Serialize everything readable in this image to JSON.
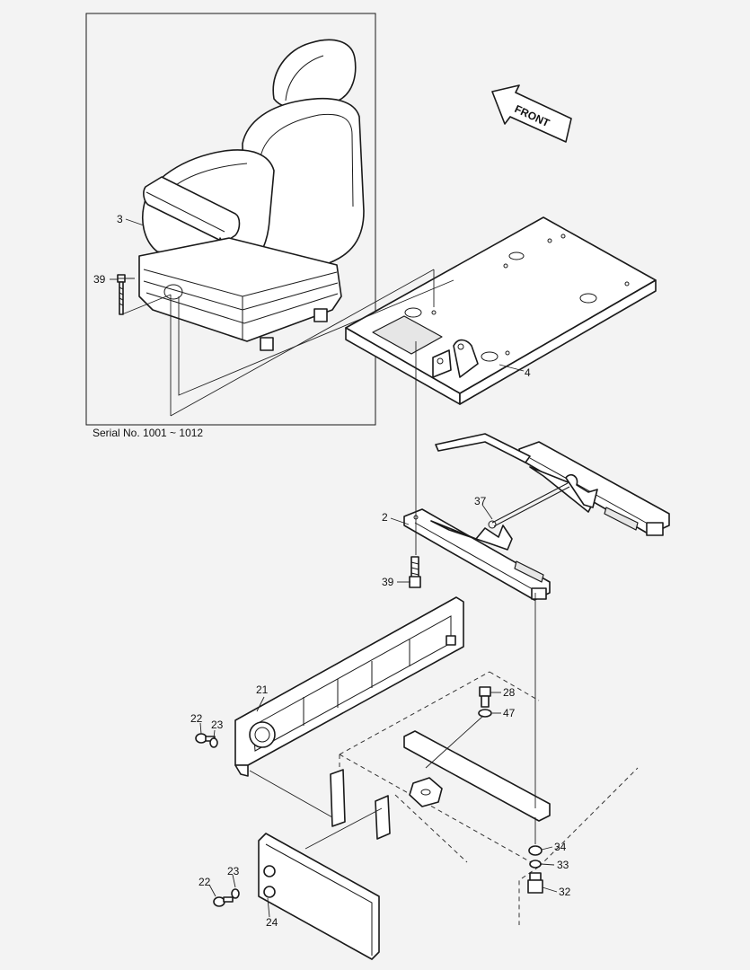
{
  "serial_note": "Serial No. 1001 ~ 1012",
  "direction_label": "FRONT",
  "callouts": {
    "c3": "3",
    "c39a": "39",
    "c4": "4",
    "c37": "37",
    "c2": "2",
    "c39b": "39",
    "c21": "21",
    "c22a": "22",
    "c23a": "23",
    "c28": "28",
    "c47": "47",
    "c34": "34",
    "c33": "33",
    "c32": "32",
    "c22b": "22",
    "c23b": "23",
    "c24": "24"
  }
}
